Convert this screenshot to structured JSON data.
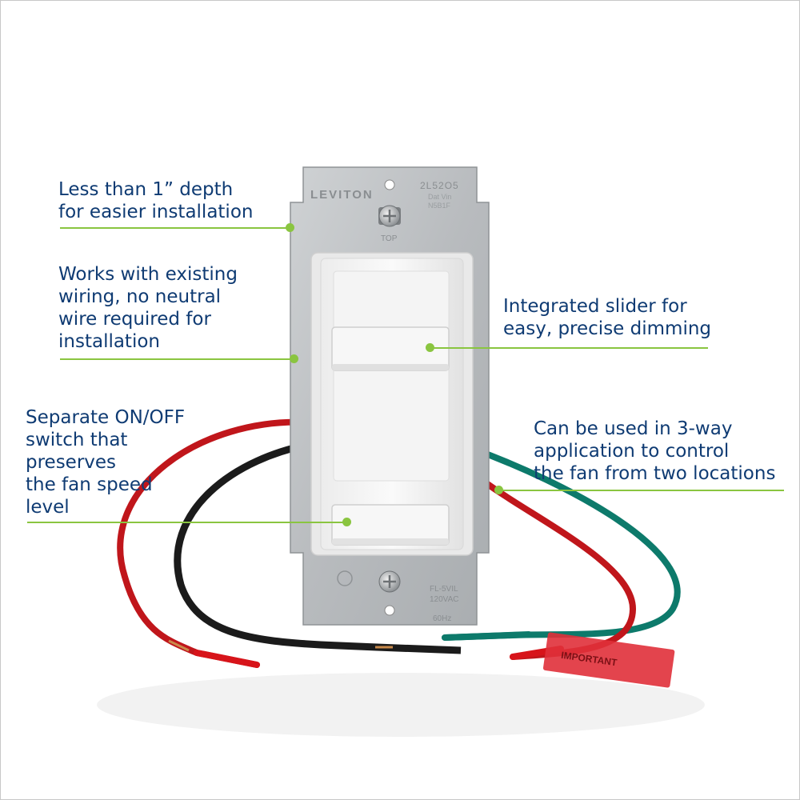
{
  "callouts": {
    "depth": "Less than 1” depth\nfor easier installation",
    "wiring": "Works with existing\nwiring, no neutral\nwire required for\ninstallation",
    "onoff": "Separate ON/OFF\nswitch that\npreserves\nthe fan speed\nlevel",
    "slider": "Integrated slider for\neasy, precise dimming",
    "threeway": "Can be used in 3-way\napplication to control\nthe fan from two locations"
  },
  "device": {
    "brand": "LEVITON",
    "model": "2L52O5",
    "model_sub1": "Dat Vin",
    "model_sub2": "N5B1F",
    "top_mark": "TOP",
    "rating_line1": "FL-5VIL",
    "rating_line2": "120VAC",
    "rating_line3": "60Hz",
    "warning_tag": "IMPORTANT"
  },
  "colors": {
    "callout_text": "#0f3b73",
    "leader": "#8ac540",
    "wire_red": "#d7141a",
    "wire_black": "#1b1b1b",
    "wire_green": "#0d7a6b",
    "tag": "#e0303a"
  }
}
